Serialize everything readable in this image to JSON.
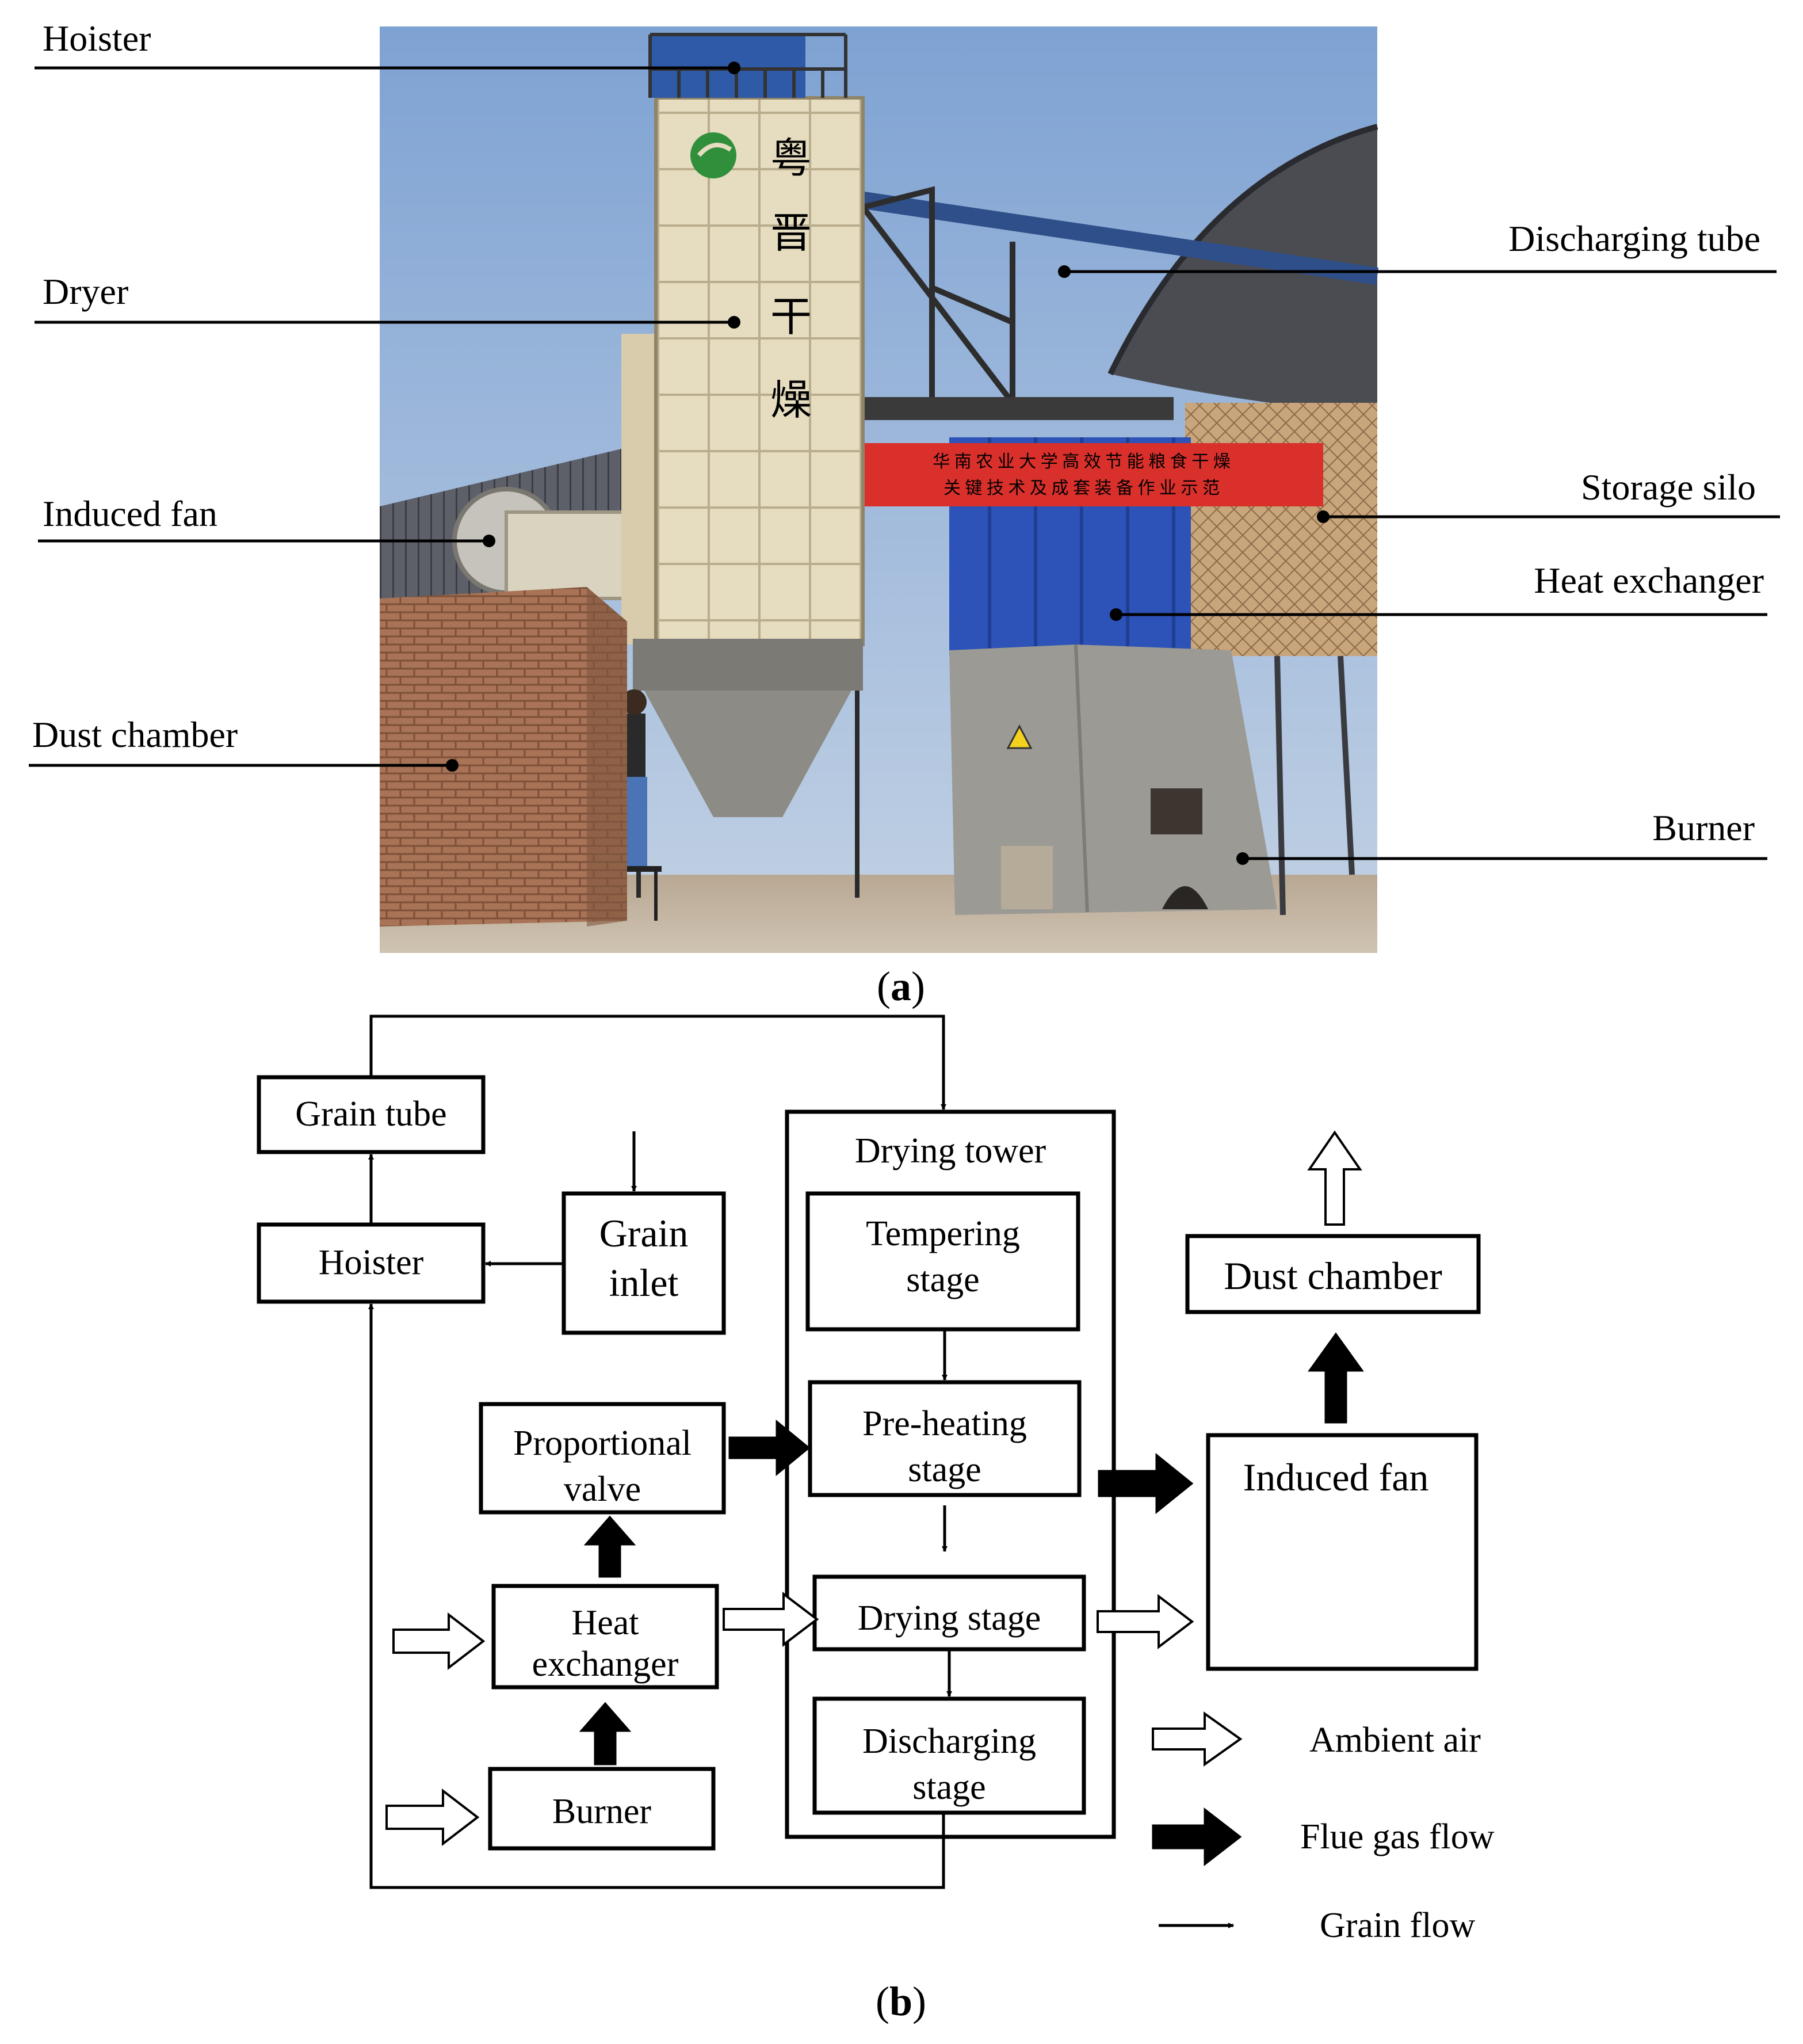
{
  "panel_a": {
    "caption_open": "(",
    "caption_letter": "a",
    "caption_close": ")",
    "callouts_left": [
      "Hoister",
      "Dryer",
      "Induced fan",
      "Dust chamber"
    ],
    "callouts_right": [
      "Discharging tube",
      "Storage silo",
      "Heat exchanger",
      "Burner"
    ],
    "banner_text_line1": "华 南 农 业 大 学 高 效 节 能 粮 食 干 燥",
    "banner_text_line2": "关 键 技 术 及 成 套 装 备 作 业 示 范",
    "tower_chars": [
      "粤",
      "晋",
      "干",
      "燥"
    ],
    "colors": {
      "sky": "#8fb0d8",
      "tower": "#e6dcc0",
      "banner": "#d9302c",
      "heat_exchanger_wall": "#2d52b8",
      "brick": "#a87356",
      "concrete": "#9b9a94"
    }
  },
  "panel_b": {
    "caption_open": "(",
    "caption_letter": "b",
    "caption_close": ")",
    "boxes": {
      "grain_tube": "Grain tube",
      "hoister": "Hoister",
      "grain_inlet_line1": "Grain",
      "grain_inlet_line2": "inlet",
      "proportional_valve_line1": "Proportional",
      "proportional_valve_line2": "valve",
      "heat_exchanger_line1": "Heat",
      "heat_exchanger_line2": "exchanger",
      "burner": "Burner",
      "drying_tower": "Drying tower",
      "tempering_line1": "Tempering",
      "tempering_line2": "stage",
      "preheating_line1": "Pre-heating",
      "preheating_line2": "stage",
      "drying_stage": "Drying stage",
      "discharging_line1": "Discharging",
      "discharging_line2": "stage",
      "dust_chamber": "Dust chamber",
      "induced_fan": "Induced fan"
    },
    "legend": {
      "ambient_air": "Ambient air",
      "flue_gas_flow": "Flue gas flow",
      "grain_flow": "Grain flow"
    }
  }
}
